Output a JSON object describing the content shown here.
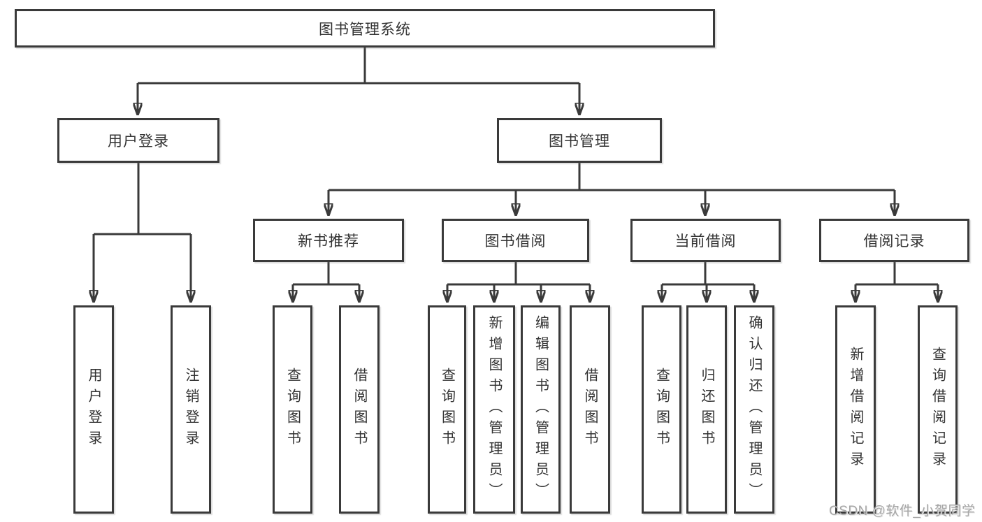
{
  "tree": {
    "root": "图书管理系统",
    "branches": [
      {
        "label": "用户登录",
        "children": [
          "用户登录",
          "注销登录"
        ]
      },
      {
        "label": "图书管理",
        "groups": [
          {
            "label": "新书推荐",
            "children": [
              "查询图书",
              "借阅图书"
            ]
          },
          {
            "label": "图书借阅",
            "children": [
              "查询图书",
              "新增图书（管理员）",
              "编辑图书（管理员）",
              "借阅图书"
            ]
          },
          {
            "label": "当前借阅",
            "children": [
              "查询图书",
              "归还图书",
              "确认归还（管理员）"
            ]
          },
          {
            "label": "借阅记录",
            "children": [
              "新增借阅记录",
              "查询借阅记录"
            ]
          }
        ]
      }
    ]
  },
  "watermark": "CSDN @软件_小贺同学",
  "colors": {
    "line": "#3a3a3a",
    "text": "#333333",
    "node_background": "#ffffff",
    "watermark": "#a6a6a6",
    "background": "#ffffff"
  }
}
